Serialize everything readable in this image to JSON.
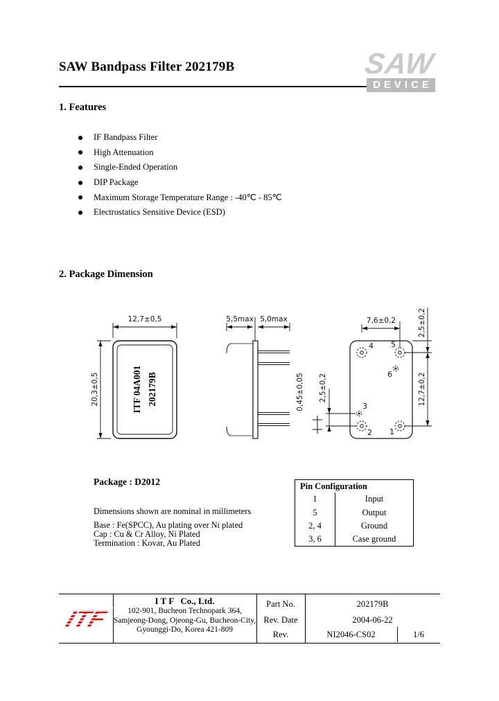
{
  "header": {
    "title": "SAW Bandpass Filter 202179B",
    "logo": {
      "saw": "SAW",
      "device": "DEVICE"
    }
  },
  "features": {
    "heading": "1. Features",
    "items": [
      "IF Bandpass Filter",
      "High Attenuation",
      "Single-Ended Operation",
      "DIP Package",
      "Maximum Storage Temperature Range : -40℃ - 85℃",
      "Electrostatics Sensitive Device (ESD)"
    ]
  },
  "package_dimension": {
    "heading": "2. Package Dimension",
    "front_view": {
      "marking_line1": "ITF 04A001",
      "marking_line2": "202179B",
      "width_dim": "12,7±0,5",
      "height_dim": "20,3±0,5"
    },
    "side_view": {
      "body_dim": "5,5max",
      "lead_dim": "5,0max",
      "lead_thickness_dim": "0,45±0,05"
    },
    "bottom_view": {
      "pin_pitch_dim": "7,6±0,2",
      "top_edge_dim": "2,5±0,2",
      "pin_span_dim": "12,7±0,2",
      "side_edge_dim": "2,5±0,2",
      "pin_labels": {
        "p1": "1",
        "p2": "2",
        "p3": "3",
        "p4": "4",
        "p5": "5",
        "p6": "6"
      }
    },
    "package_name": "Package : D2012",
    "notes": [
      "Dimensions shown are nominal in millimeters",
      "Base : Fe(SPCC), Au plating over Ni plated",
      "Cap : Cu & Cr Alloy, Ni Plated",
      "Termination : Kovar, Au Plated"
    ]
  },
  "pin_configuration": {
    "title": "Pin Configuration",
    "rows": [
      {
        "pin": "1",
        "function": "Input"
      },
      {
        "pin": "5",
        "function": "Output"
      },
      {
        "pin": "2, 4",
        "function": "Ground"
      },
      {
        "pin": "3, 6",
        "function": "Case ground"
      }
    ]
  },
  "footer": {
    "company_name": "I T F   Co., Ltd.",
    "logo_text": "ITF",
    "address_lines": [
      "102-901, Bucheon Technopark 364,",
      "Samjeong-Dong, Ojeong-Gu, Bucheon-City,",
      "Gyounggi-Do, Korea 421-809"
    ],
    "part_no_label": "Part No.",
    "part_no": "202179B",
    "rev_date_label": "Rev. Date",
    "rev_date": "2004-06-22",
    "rev_label": "Rev.",
    "rev": "NI2046-CS02",
    "page": "1/6"
  }
}
